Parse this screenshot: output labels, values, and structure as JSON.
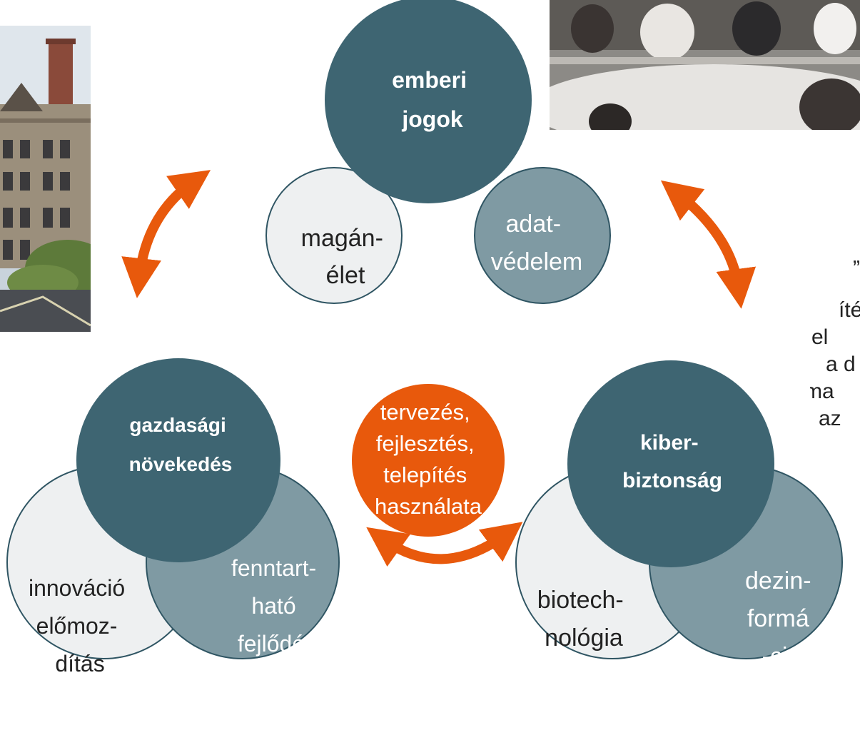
{
  "colors": {
    "dark": "#3e6572",
    "mid": "#7f9aa3",
    "light": "#eef0f1",
    "overlap": "#5e7f89",
    "accent": "#e8590c",
    "stroke": "#2f5563"
  },
  "center": {
    "lines": [
      "tervezés,",
      "fejlesztés,",
      "telepítés",
      "használata"
    ]
  },
  "groups": [
    {
      "id": "top",
      "main": [
        "emberi",
        "jogok"
      ],
      "left": [
        "magán-",
        "élet"
      ],
      "right": [
        "adat-",
        "védelem"
      ]
    },
    {
      "id": "bottom-left",
      "main": [
        "gazdasági",
        "növekedés"
      ],
      "left": [
        "innováció",
        "előmoz-",
        "dítás"
      ],
      "right": [
        "fenntart-",
        "ható",
        "fejlődés"
      ]
    },
    {
      "id": "bottom-right",
      "main": [
        "kiber-",
        "biztonság"
      ],
      "left": [
        "biotech-",
        "nológia"
      ],
      "right": [
        "dezin-",
        "formá",
        "-ció"
      ]
    }
  ],
  "arrows": [
    "arrow-left",
    "arrow-right",
    "arrow-bottom"
  ],
  "clipped_text": {
    "lines": [
      "„",
      "íté",
      "el",
      "a d",
      "ma",
      "az"
    ]
  }
}
